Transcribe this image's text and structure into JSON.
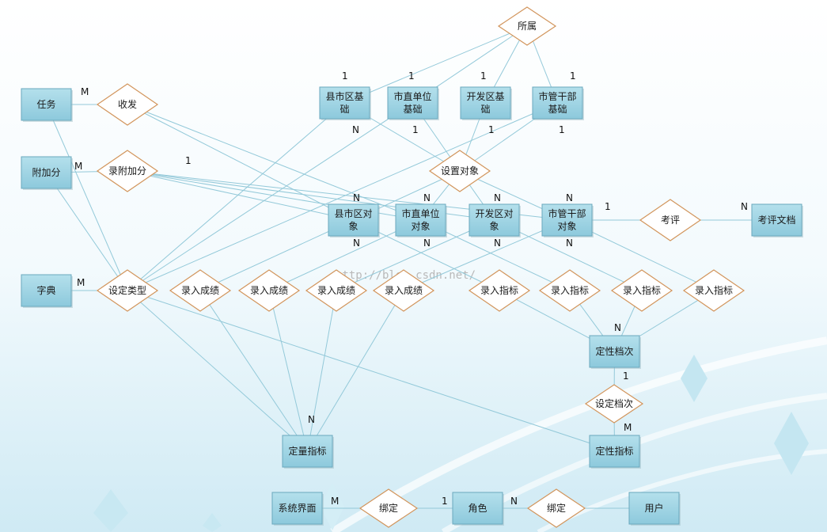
{
  "watermark": "http://blog.csdn.net/",
  "colors": {
    "entity_fill": "#9dd3e3",
    "entity_stroke": "#6aa8bd",
    "relation_stroke": "#d2955c",
    "line": "#93c9d9",
    "bg_top": "#ffffff",
    "bg_bottom": "#d6eef6"
  },
  "entities": [
    {
      "id": "task",
      "label": "任务"
    },
    {
      "id": "bonus",
      "label": "附加分"
    },
    {
      "id": "dict",
      "label": "字典"
    },
    {
      "id": "county_base",
      "label": [
        "县市区基",
        "础"
      ]
    },
    {
      "id": "unit_base",
      "label": [
        "市直单位",
        "基础"
      ]
    },
    {
      "id": "dev_base",
      "label": [
        "开发区基",
        "础"
      ]
    },
    {
      "id": "cadre_base",
      "label": [
        "市管干部",
        "基础"
      ]
    },
    {
      "id": "county_obj",
      "label": [
        "县市区对",
        "象"
      ]
    },
    {
      "id": "unit_obj",
      "label": [
        "市直单位",
        "对象"
      ]
    },
    {
      "id": "dev_obj",
      "label": [
        "开发区对",
        "象"
      ]
    },
    {
      "id": "cadre_obj",
      "label": [
        "市管干部",
        "对象"
      ]
    },
    {
      "id": "eval_doc",
      "label": "考评文档"
    },
    {
      "id": "qual_grade",
      "label": "定性档次"
    },
    {
      "id": "quant_ind",
      "label": "定量指标"
    },
    {
      "id": "qual_ind",
      "label": "定性指标"
    },
    {
      "id": "sys_ui",
      "label": "系统界面"
    },
    {
      "id": "role",
      "label": "角色"
    },
    {
      "id": "user",
      "label": "用户"
    }
  ],
  "relations": [
    {
      "id": "belong",
      "label": "所属"
    },
    {
      "id": "issue",
      "label": "收发"
    },
    {
      "id": "rec_bonus",
      "label": "录附加分"
    },
    {
      "id": "set_obj",
      "label": "设置对象"
    },
    {
      "id": "rate",
      "label": "考评"
    },
    {
      "id": "set_type",
      "label": "设定类型"
    },
    {
      "id": "score1",
      "label": "录入成绩"
    },
    {
      "id": "score2",
      "label": "录入成绩"
    },
    {
      "id": "score3",
      "label": "录入成绩"
    },
    {
      "id": "score4",
      "label": "录入成绩"
    },
    {
      "id": "ind1",
      "label": "录入指标"
    },
    {
      "id": "ind2",
      "label": "录入指标"
    },
    {
      "id": "ind3",
      "label": "录入指标"
    },
    {
      "id": "ind4",
      "label": "录入指标"
    },
    {
      "id": "set_grade",
      "label": "设定档次"
    },
    {
      "id": "bind1",
      "label": "绑定"
    },
    {
      "id": "bind2",
      "label": "绑定"
    }
  ],
  "links": [
    [
      "belong",
      "county_base"
    ],
    [
      "belong",
      "unit_base"
    ],
    [
      "belong",
      "dev_base"
    ],
    [
      "belong",
      "cadre_base"
    ],
    [
      "task",
      "issue"
    ],
    [
      "issue",
      "county_obj"
    ],
    [
      "issue",
      "unit_obj"
    ],
    [
      "bonus",
      "rec_bonus"
    ],
    [
      "rec_bonus",
      "county_obj"
    ],
    [
      "rec_bonus",
      "unit_obj"
    ],
    [
      "rec_bonus",
      "dev_obj"
    ],
    [
      "rec_bonus",
      "cadre_obj"
    ],
    [
      "county_base",
      "set_obj"
    ],
    [
      "unit_base",
      "set_obj"
    ],
    [
      "dev_base",
      "set_obj"
    ],
    [
      "cadre_base",
      "set_obj"
    ],
    [
      "set_obj",
      "county_obj"
    ],
    [
      "set_obj",
      "unit_obj"
    ],
    [
      "set_obj",
      "dev_obj"
    ],
    [
      "set_obj",
      "cadre_obj"
    ],
    [
      "cadre_obj",
      "rate"
    ],
    [
      "rate",
      "eval_doc"
    ],
    [
      "dict",
      "set_type"
    ],
    [
      "set_type",
      "county_base"
    ],
    [
      "set_type",
      "unit_base"
    ],
    [
      "set_type",
      "cadre_base"
    ],
    [
      "set_type",
      "bonus"
    ],
    [
      "set_type",
      "task"
    ],
    [
      "set_type",
      "quant_ind"
    ],
    [
      "set_type",
      "qual_ind"
    ],
    [
      "county_obj",
      "score1"
    ],
    [
      "unit_obj",
      "score2"
    ],
    [
      "dev_obj",
      "score3"
    ],
    [
      "cadre_obj",
      "score4"
    ],
    [
      "score1",
      "quant_ind"
    ],
    [
      "score2",
      "quant_ind"
    ],
    [
      "score3",
      "quant_ind"
    ],
    [
      "score4",
      "quant_ind"
    ],
    [
      "county_obj",
      "ind1"
    ],
    [
      "unit_obj",
      "ind2"
    ],
    [
      "dev_obj",
      "ind3"
    ],
    [
      "cadre_obj",
      "ind4"
    ],
    [
      "ind1",
      "qual_grade"
    ],
    [
      "ind2",
      "qual_grade"
    ],
    [
      "ind3",
      "qual_grade"
    ],
    [
      "ind4",
      "qual_grade"
    ],
    [
      "qual_grade",
      "set_grade"
    ],
    [
      "set_grade",
      "qual_ind"
    ],
    [
      "sys_ui",
      "bind1"
    ],
    [
      "bind1",
      "role"
    ],
    [
      "role",
      "bind2"
    ],
    [
      "bind2",
      "user"
    ]
  ],
  "cardinalities": [
    "M",
    "M",
    "1",
    "1",
    "1",
    "1",
    "N",
    "1",
    "1",
    "1",
    "1",
    "N",
    "N",
    "N",
    "N",
    "1",
    "N",
    "N",
    "N",
    "N",
    "N",
    "M",
    "N",
    "1",
    "M",
    "N",
    "M",
    "1",
    "N"
  ]
}
